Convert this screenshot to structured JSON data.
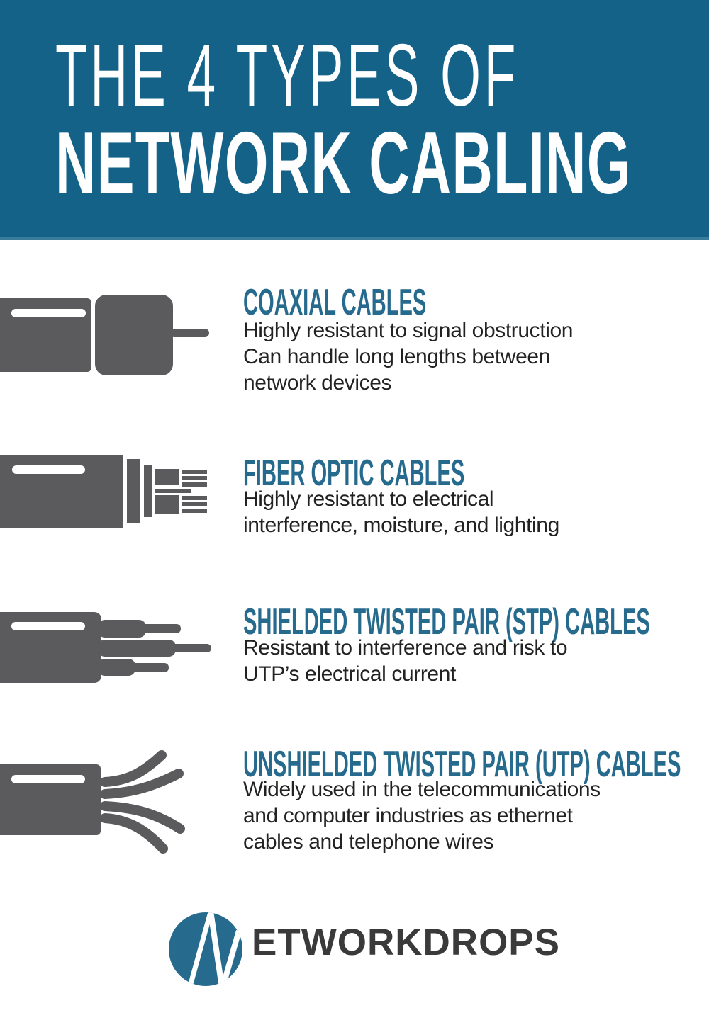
{
  "header": {
    "title_line1": "THE 4 TYPES OF",
    "title_line2": "NETWORK CABLING"
  },
  "sections": [
    {
      "title": "COAXIAL CABLES",
      "icon": "coaxial-cable-icon",
      "lines": [
        "Highly resistant to signal obstruction",
        "Can handle long lengths between",
        "network devices"
      ]
    },
    {
      "title": "FIBER OPTIC CABLES",
      "icon": "fiber-optic-cable-icon",
      "lines": [
        "Highly resistant to electrical",
        "interference, moisture, and lighting"
      ]
    },
    {
      "title": "SHIELDED TWISTED PAIR (STP) CABLES",
      "icon": "stp-cable-icon",
      "lines": [
        "Resistant to interference and risk to",
        "UTP’s electrical current"
      ]
    },
    {
      "title": "UNSHIELDED TWISTED PAIR (UTP) CABLES",
      "icon": "utp-cable-icon",
      "lines": [
        "Widely used in the telecommunications",
        "and computer industries as ethernet",
        "cables and telephone wires"
      ]
    }
  ],
  "footer": {
    "logo_text": "ETWORKDROPS"
  },
  "colors": {
    "header_bg": "#156289",
    "header_strip": "#3a7d9b",
    "section_heading": "#266b8e",
    "body_text": "#222222",
    "icon_gray": "#5b5b5e",
    "logo_circle": "#266b8e",
    "logo_text": "#3a3a3a"
  }
}
